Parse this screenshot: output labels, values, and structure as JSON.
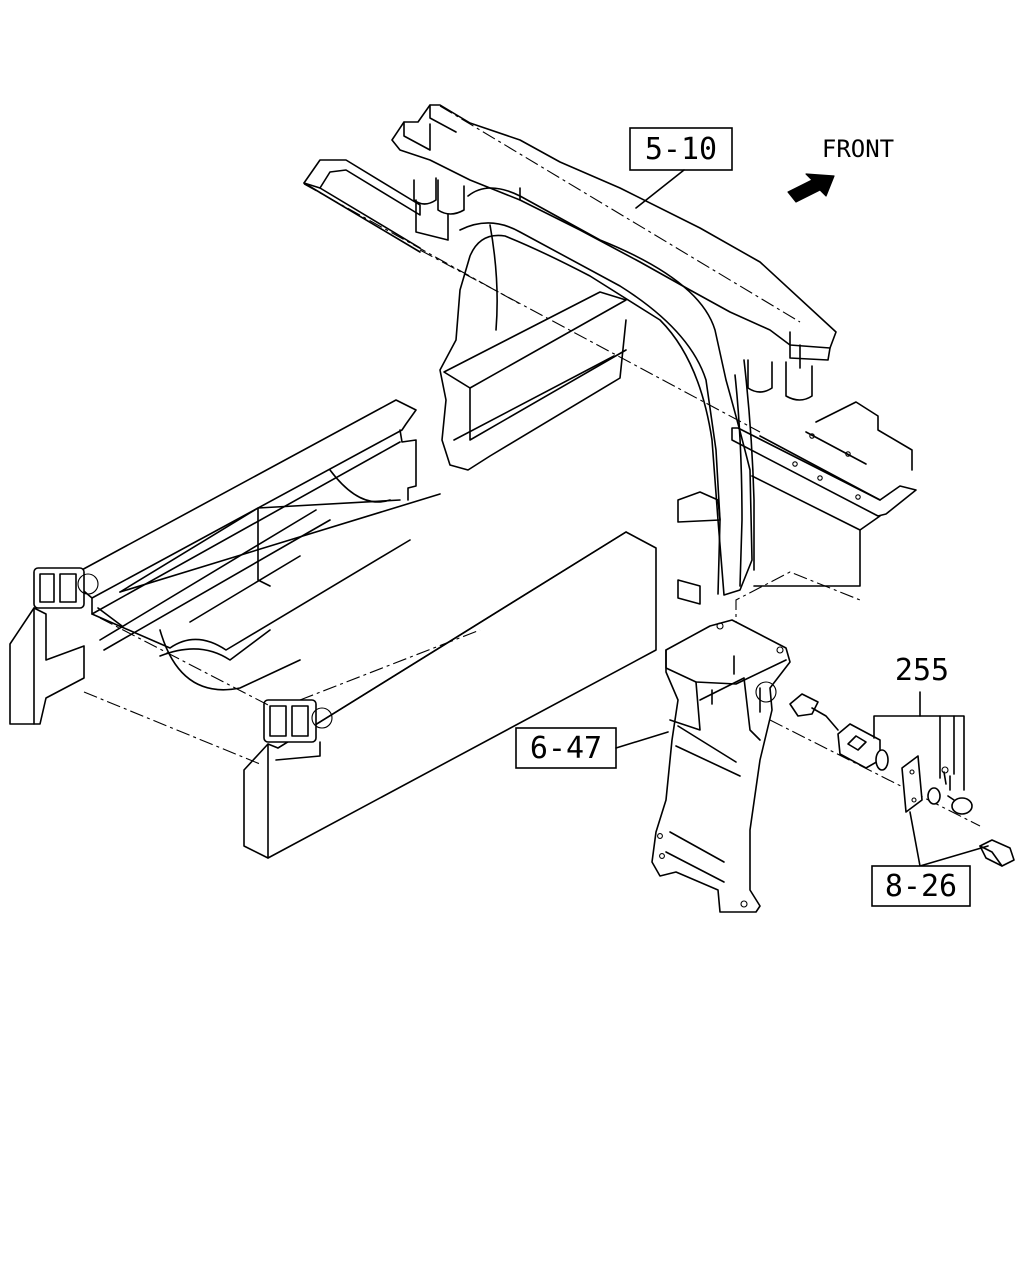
{
  "direction_label": "FRONT",
  "callouts": {
    "top_ref": "5-10",
    "part_number": "255",
    "bracket_ref": "6-47",
    "bolt_ref": "8-26"
  },
  "colors": {
    "line": "#000000",
    "background": "#ffffff"
  },
  "icons": {
    "direction_arrow": "arrow-front-icon"
  }
}
